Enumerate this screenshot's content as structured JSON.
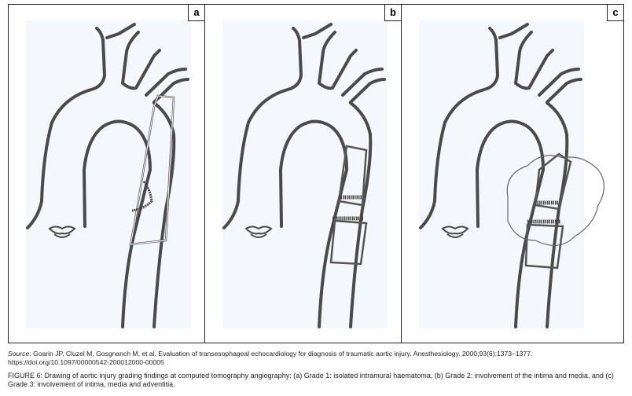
{
  "panels": [
    {
      "label": "a"
    },
    {
      "label": "b"
    },
    {
      "label": "c"
    }
  ],
  "source_label": "Source",
  "source_text": ": Goarin JP, Cluzel M, Gosgnanch M, et al. Evaluation of transesophageal echocardiology for diagnosis of traumatic aortic injury. Anesthesiology. 2000;93(6):1373–1377. https://doi.org/10.1097/00000542-200012000-00005",
  "figure_label": "FIGURE 6:",
  "caption": " Drawing of aortic injury grading findings at computed tomography angiography: (a) Grade 1: isolated intramural haematoma, (b) Grade 2: involvement of the intima and media, and (c) Grade 3: involvement of intima, media and adventitia."
}
